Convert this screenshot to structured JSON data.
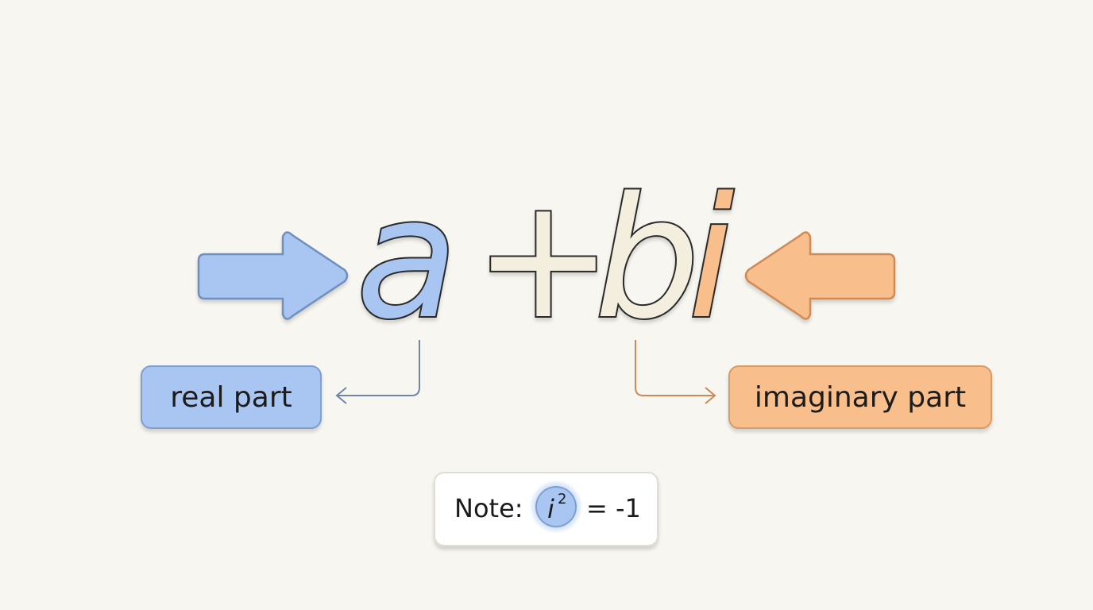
{
  "formula": {
    "a": "a",
    "plus": "+",
    "b": "b",
    "i": "i"
  },
  "labels": {
    "real": "real part",
    "imaginary": "imaginary part"
  },
  "note": {
    "prefix": "Note:",
    "symbol": "i",
    "exponent": "2",
    "suffix": "= -1"
  },
  "colors": {
    "background": "#f7f6f1",
    "real": "#a9c6f2",
    "imaginary": "#f8bf8c",
    "neutral": "#f3eedd",
    "outline": "#2a2a2a",
    "real_connector": "#6f86a6",
    "imaginary_connector": "#c98a5c"
  },
  "icons": {
    "left_arrow": "arrow-right-icon",
    "right_arrow": "arrow-left-icon"
  }
}
